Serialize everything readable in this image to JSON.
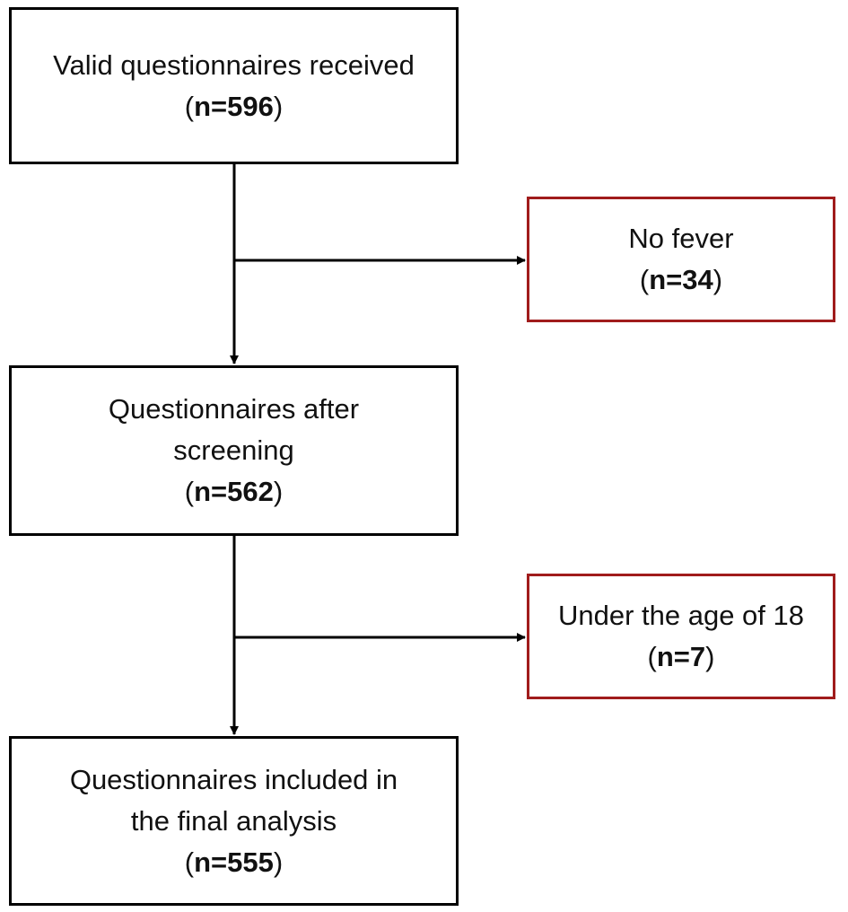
{
  "flowchart": {
    "received": {
      "label": "Valid questionnaires received",
      "count": "n=596"
    },
    "no_fever": {
      "label": "No fever",
      "count": "n=34"
    },
    "after_screening": {
      "label_line1": "Questionnaires after",
      "label_line2": "screening",
      "count": "n=562"
    },
    "under_18": {
      "label": "Under the age of 18",
      "count": "n=7"
    },
    "final": {
      "label_line1": "Questionnaires included in",
      "label_line2": "the final analysis",
      "count": "n=555"
    }
  },
  "colors": {
    "main_border": "#000000",
    "exclusion_border": "#a01c1c",
    "arrow": "#000000"
  }
}
